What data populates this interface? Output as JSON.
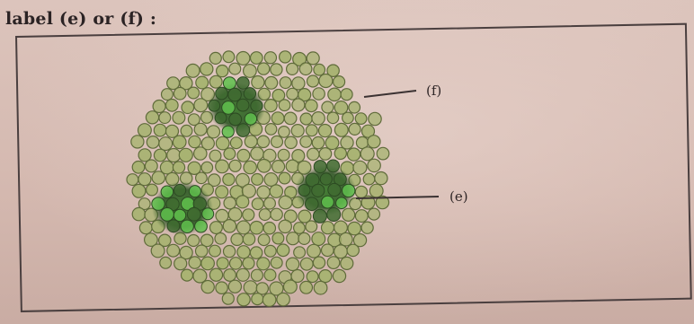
{
  "page": {
    "heading": "label (e) or (f) :"
  },
  "figure": {
    "labels": {
      "f": "(f)",
      "e": "(e)"
    },
    "colors": {
      "cell_fill": "#a8b372",
      "cell_stroke": "#5f6b3a",
      "dark_cell": "#3f6b30",
      "highlight": "#5fbf4c"
    }
  }
}
